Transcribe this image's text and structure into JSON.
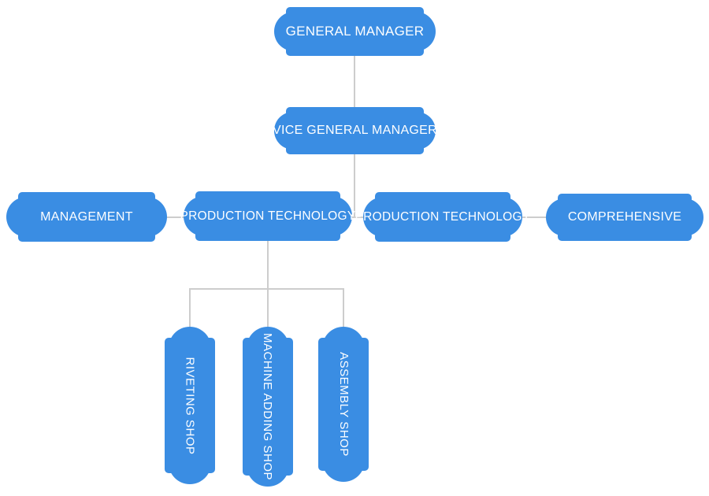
{
  "diagram": {
    "type": "org-chart",
    "background": "#ffffff",
    "node_fill": "#3a8de3",
    "node_text_color": "#fdfeff",
    "connector_color": "#cdcdcd"
  },
  "nodes": {
    "general_manager": {
      "label": "GENERAL MANAGER",
      "level": 1
    },
    "vice_general_manager": {
      "label": "VICE GENERAL MANAGER",
      "level": 2
    },
    "management": {
      "label": "MANAGEMENT",
      "level": 3
    },
    "production_technology_1": {
      "label": "PRODUCTION TECHNOLOGY",
      "level": 3
    },
    "production_technology_2": {
      "label": "PRODUCTION TECHNOLOGY",
      "level": 3
    },
    "comprehensive": {
      "label": "COMPREHENSIVE",
      "level": 3
    },
    "riveting_shop": {
      "label": "RIVETING SHOP",
      "level": 4
    },
    "machine_adding_shop": {
      "label": "MACHINE ADDING SHOP",
      "level": 4
    },
    "assembly_shop": {
      "label": "ASSEMBLY SHOP",
      "level": 4
    }
  },
  "edges": [
    {
      "from": "general_manager",
      "to": "vice_general_manager"
    },
    {
      "from": "vice_general_manager",
      "to": "management"
    },
    {
      "from": "vice_general_manager",
      "to": "production_technology_1"
    },
    {
      "from": "vice_general_manager",
      "to": "production_technology_2"
    },
    {
      "from": "vice_general_manager",
      "to": "comprehensive"
    },
    {
      "from": "production_technology_1",
      "to": "riveting_shop"
    },
    {
      "from": "production_technology_1",
      "to": "machine_adding_shop"
    },
    {
      "from": "production_technology_1",
      "to": "assembly_shop"
    }
  ]
}
